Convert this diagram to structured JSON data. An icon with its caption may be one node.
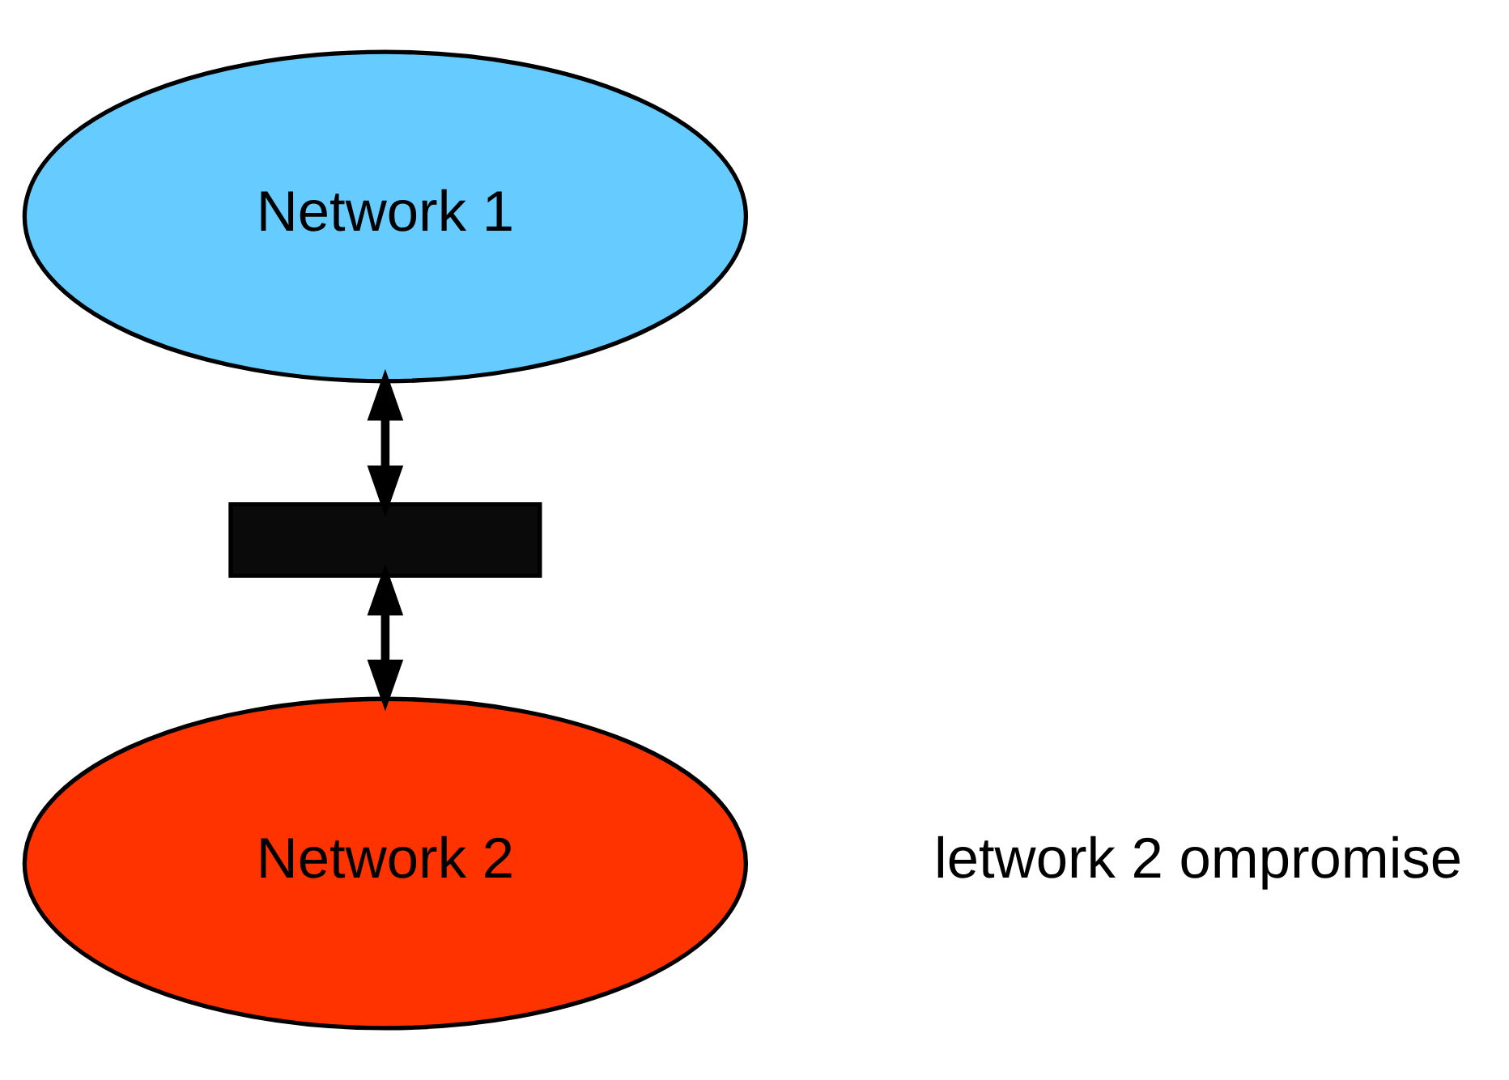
{
  "diagram": {
    "nodes": [
      {
        "text": [
          "Network 1"
        ]
      },
      {
        "text": [],
        "shape": "bar"
      },
      {
        "text": [
          "Network 2"
        ]
      }
    ],
    "edges": [
      {
        "from": 0,
        "to": 1,
        "arrow": "both"
      },
      {
        "from": 1,
        "to": 2,
        "arrow": "both"
      }
    ],
    "labels": [
      "letwork 2 ompromise"
    ]
  }
}
